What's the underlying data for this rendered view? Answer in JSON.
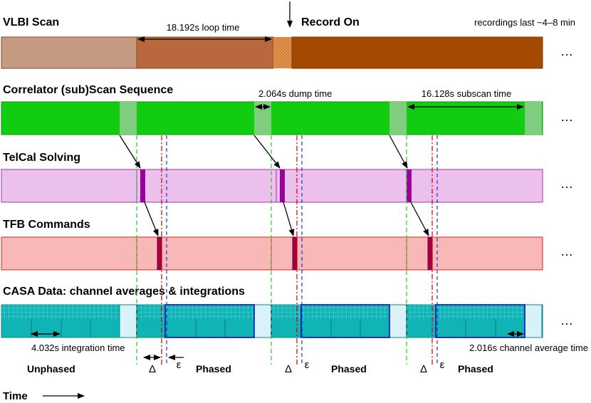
{
  "rows": {
    "vlbi": "VLBI Scan",
    "correlator": "Correlator (sub)Scan Sequence",
    "telcal": "TelCal Solving",
    "tfb": "TFB Commands",
    "casa": "CASA Data: channel averages & integrations"
  },
  "annotations": {
    "loop_time": "18.192s loop time",
    "record_on": "Record On",
    "recordings_last": "recordings last ~4–8 min",
    "dump_time": "2.064s dump time",
    "subscan_time": "16.128s subscan time",
    "integration_time": "4.032s integration time",
    "channel_average_time": "2.016s channel average time",
    "ellipsis": "…"
  },
  "phases": {
    "unphased": "Unphased",
    "phased": "Phased",
    "delta": "Δ",
    "epsilon": "ε"
  },
  "time_label": "Time",
  "colors": {
    "vlbi_pre": "#c49a80",
    "vlbi_loop": "#b8683c",
    "vlbi_record": "#a44a00",
    "correlator_fill": "#11cc11",
    "correlator_dump": "#7fce7f",
    "telcal_fill": "#ecc0ec",
    "telcal_mark": "#990099",
    "tfb_fill": "#f8b8b8",
    "tfb_mark": "#aa0033",
    "casa_fill": "#10b4b4",
    "casa_gap": "#d8f2f8"
  }
}
